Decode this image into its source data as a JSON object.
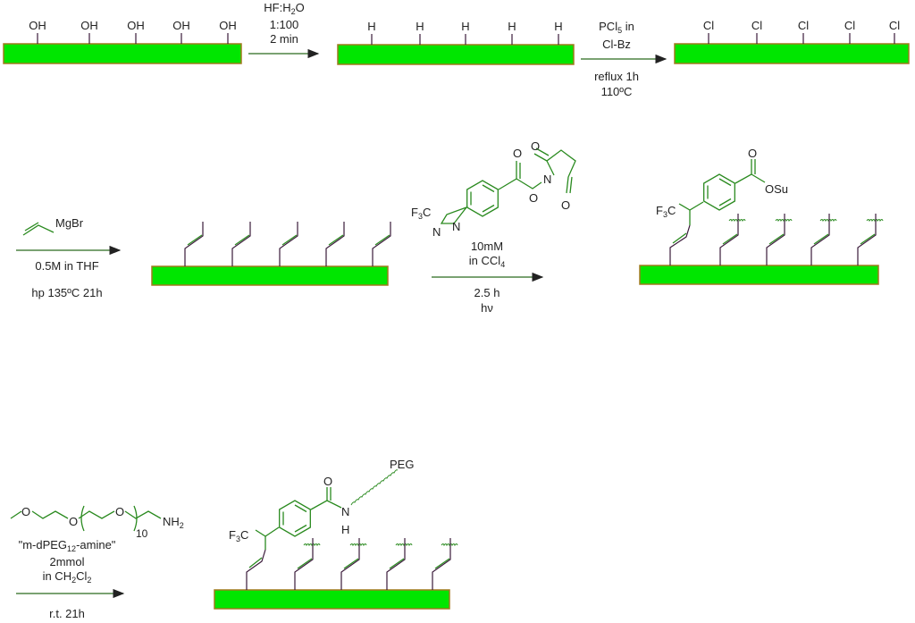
{
  "step1": {
    "substituent": "OH",
    "reagent": [
      "HF:H",
      "2",
      "O"
    ],
    "ratio": "1:100",
    "time": "2 min"
  },
  "step2": {
    "substituent": "H",
    "reagent_top": [
      "PCl",
      "5",
      " in"
    ],
    "reagent_solvent": "Cl-Bz",
    "cond1": "reflux 1h",
    "cond2": "110ºC"
  },
  "step3": {
    "substituent": "Cl",
    "grignard": "MgBr",
    "conc": "0.5M in THF",
    "cond": "hp 135ºC 21h"
  },
  "step4": {
    "f3c": [
      "F",
      "3",
      "C"
    ],
    "atoms": {
      "O1": "O",
      "O2": "O",
      "O3": "O",
      "O4": "O",
      "N1": "N",
      "N2": "N",
      "N3": "N"
    },
    "conc": "10mM",
    "solvent": [
      "in CCl",
      "4"
    ],
    "time": "2.5 h",
    "light": "hν",
    "product_O": "O",
    "product_OSu": "OSu"
  },
  "step5": {
    "peg_atoms": {
      "O1": "O",
      "O2": "O",
      "O3": "O",
      "NH2": [
        "NH",
        "2"
      ],
      "repeat": "10"
    },
    "name": [
      "\"m-dPEG",
      "12",
      "-amine\""
    ],
    "amount": "2mmol",
    "solvent": [
      "in CH",
      "2",
      "Cl",
      "2"
    ],
    "cond": "r.t. 21h",
    "product_O": "O",
    "product_N": "N",
    "product_H": "H",
    "peg": "PEG"
  },
  "colors": {
    "surface": "#00e600",
    "border": "#a07a1e",
    "bond": "#2a8a1f"
  }
}
